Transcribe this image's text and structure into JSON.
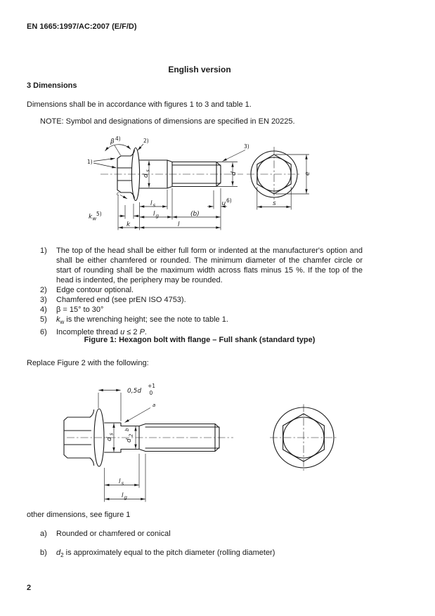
{
  "colors": {
    "ink": "#1a1a1a",
    "paper": "#ffffff"
  },
  "page": {
    "header": "EN 1665:1997/AC:2007 (E/F/D)",
    "page_number": "2"
  },
  "sections": {
    "version_title": "English version",
    "dimensions_heading": "3 Dimensions",
    "dimensions_body": "Dimensions shall be in accordance with figures 1 to 3 and table 1.",
    "note": "NOTE: Symbol and designations of dimensions are specified in EN 20225."
  },
  "footnotes": [
    {
      "num": "1)",
      "text": "The top of the head shall be either full form or indented at the manufacturer's option and shall be either chamfered or rounded. The minimum diameter of the chamfer circle or start of rounding shall be the maximum width across flats minus 15 %. If the top of the head is indented, the periphery may be rounded."
    },
    {
      "num": "2)",
      "text": "Edge contour optional."
    },
    {
      "num": "3)",
      "text": "Chamfered end (see prEN ISO 4753)."
    },
    {
      "num": "4)",
      "text": "β = 15° to 30°"
    },
    {
      "num": "5)",
      "var_main": "k",
      "var_sub": "w",
      "rest": " is the wrenching height; see the note to table 1."
    },
    {
      "num": "6)",
      "pre": "Incomplete thread ",
      "var1": "u",
      "mid": " ≤ 2 ",
      "var2": "P",
      "end": "."
    }
  ],
  "figure1": {
    "caption": "Figure 1: Hexagon bolt with flange – Full shank (standard type)",
    "labels": {
      "beta": "β",
      "beta_ref": "4)",
      "n1": "1)",
      "n2": "2)",
      "n3": "3)",
      "c": "c",
      "ds_d": "d",
      "ds_s": "s",
      "d": "d",
      "e": "e",
      "s": "s",
      "u": "u",
      "u_ref": "6)",
      "ls_l": "l",
      "ls_s": "s",
      "lg_l": "l",
      "lg_g": "g",
      "b": "(b)",
      "l": "l",
      "k": "k",
      "kw_k": "k",
      "kw_w": "w",
      "kw_ref": "5)"
    }
  },
  "figure2_intro": "Replace Figure 2 with the following:",
  "figure2": {
    "labels": {
      "d05": "0,5d",
      "tol_p": "+1",
      "tol_0": "0",
      "a": "a",
      "ds_d": "d",
      "ds_s": "s",
      "d2_d": "d",
      "d2_2": "2",
      "d2_b": "b",
      "ls_l": "l",
      "ls_s": "s",
      "lg_l": "l",
      "lg_g": "g"
    }
  },
  "after_figure2": {
    "other_dims": "other dimensions, see figure 1",
    "item_a_num": "a)",
    "item_a": "Rounded or chamfered or conical",
    "item_b_num": "b)",
    "item_b_var": "d",
    "item_b_sub": "2",
    "item_b_rest": " is approximately equal to the pitch diameter (rolling diameter)"
  }
}
